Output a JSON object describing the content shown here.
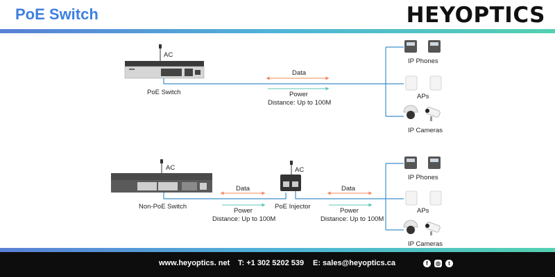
{
  "header": {
    "title": "PoE Switch",
    "brand": "HEYOPTICS"
  },
  "top": {
    "switch_label": "PoE Switch",
    "ac_label": "AC",
    "data_label": "Data",
    "power_label": "Power",
    "distance_label": "Distance: Up to 100M",
    "devices": {
      "phones": "IP Phones",
      "aps": "APs",
      "cameras": "IP Cameras"
    }
  },
  "bottom": {
    "switch_label": "Non-PoE Switch",
    "ac_label": "AC",
    "injector_label": "PoE Injector",
    "injector_ac_label": "AC",
    "left_data_label": "Data",
    "left_power_label": "Power",
    "left_distance_label": "Distance: Up to 100M",
    "right_data_label": "Data",
    "right_power_label": "Power",
    "right_distance_label": "Distance: Up to 100M",
    "devices": {
      "phones": "IP Phones",
      "aps": "APs",
      "cameras": "IP Cameras"
    }
  },
  "footer": {
    "website": "www.heyoptics. net",
    "phone": "T: +1 302 5202 539",
    "email": "E: sales@heyoptics.ca"
  },
  "colors": {
    "data_arrow": "#f08a5d",
    "power_arrow": "#5cc6b8",
    "cable": "#3d8fc9",
    "title": "#3e7fe0"
  },
  "icons": [
    "facebook-icon",
    "instagram-icon",
    "twitter-icon"
  ]
}
